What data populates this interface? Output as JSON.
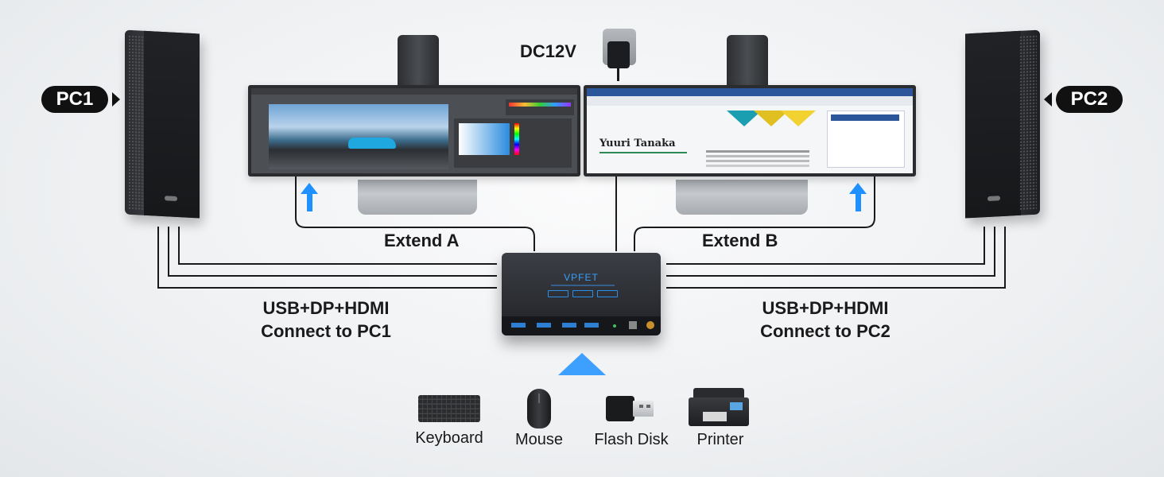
{
  "labels": {
    "pc1": "PC1",
    "pc2": "PC2",
    "power": "DC12V",
    "extend_a": "Extend A",
    "extend_b": "Extend B",
    "conn_pc1_line1": "USB+DP+HDMI",
    "conn_pc1_line2": "Connect to PC1",
    "conn_pc2_line1": "USB+DP+HDMI",
    "conn_pc2_line2": "Connect to PC2"
  },
  "kvm": {
    "brand": "VPFET"
  },
  "screen_b": {
    "resume_name": "Yuuri Tanaka"
  },
  "peripherals": [
    {
      "label": "Keyboard",
      "icon": "keyboard-icon"
    },
    {
      "label": "Mouse",
      "icon": "mouse-icon"
    },
    {
      "label": "Flash Disk",
      "icon": "flash-disk-icon"
    },
    {
      "label": "Printer",
      "icon": "printer-icon"
    }
  ],
  "colors": {
    "arrow_blue": "#1e90ff",
    "line": "#1a1a1a",
    "pill_bg": "#111111"
  }
}
